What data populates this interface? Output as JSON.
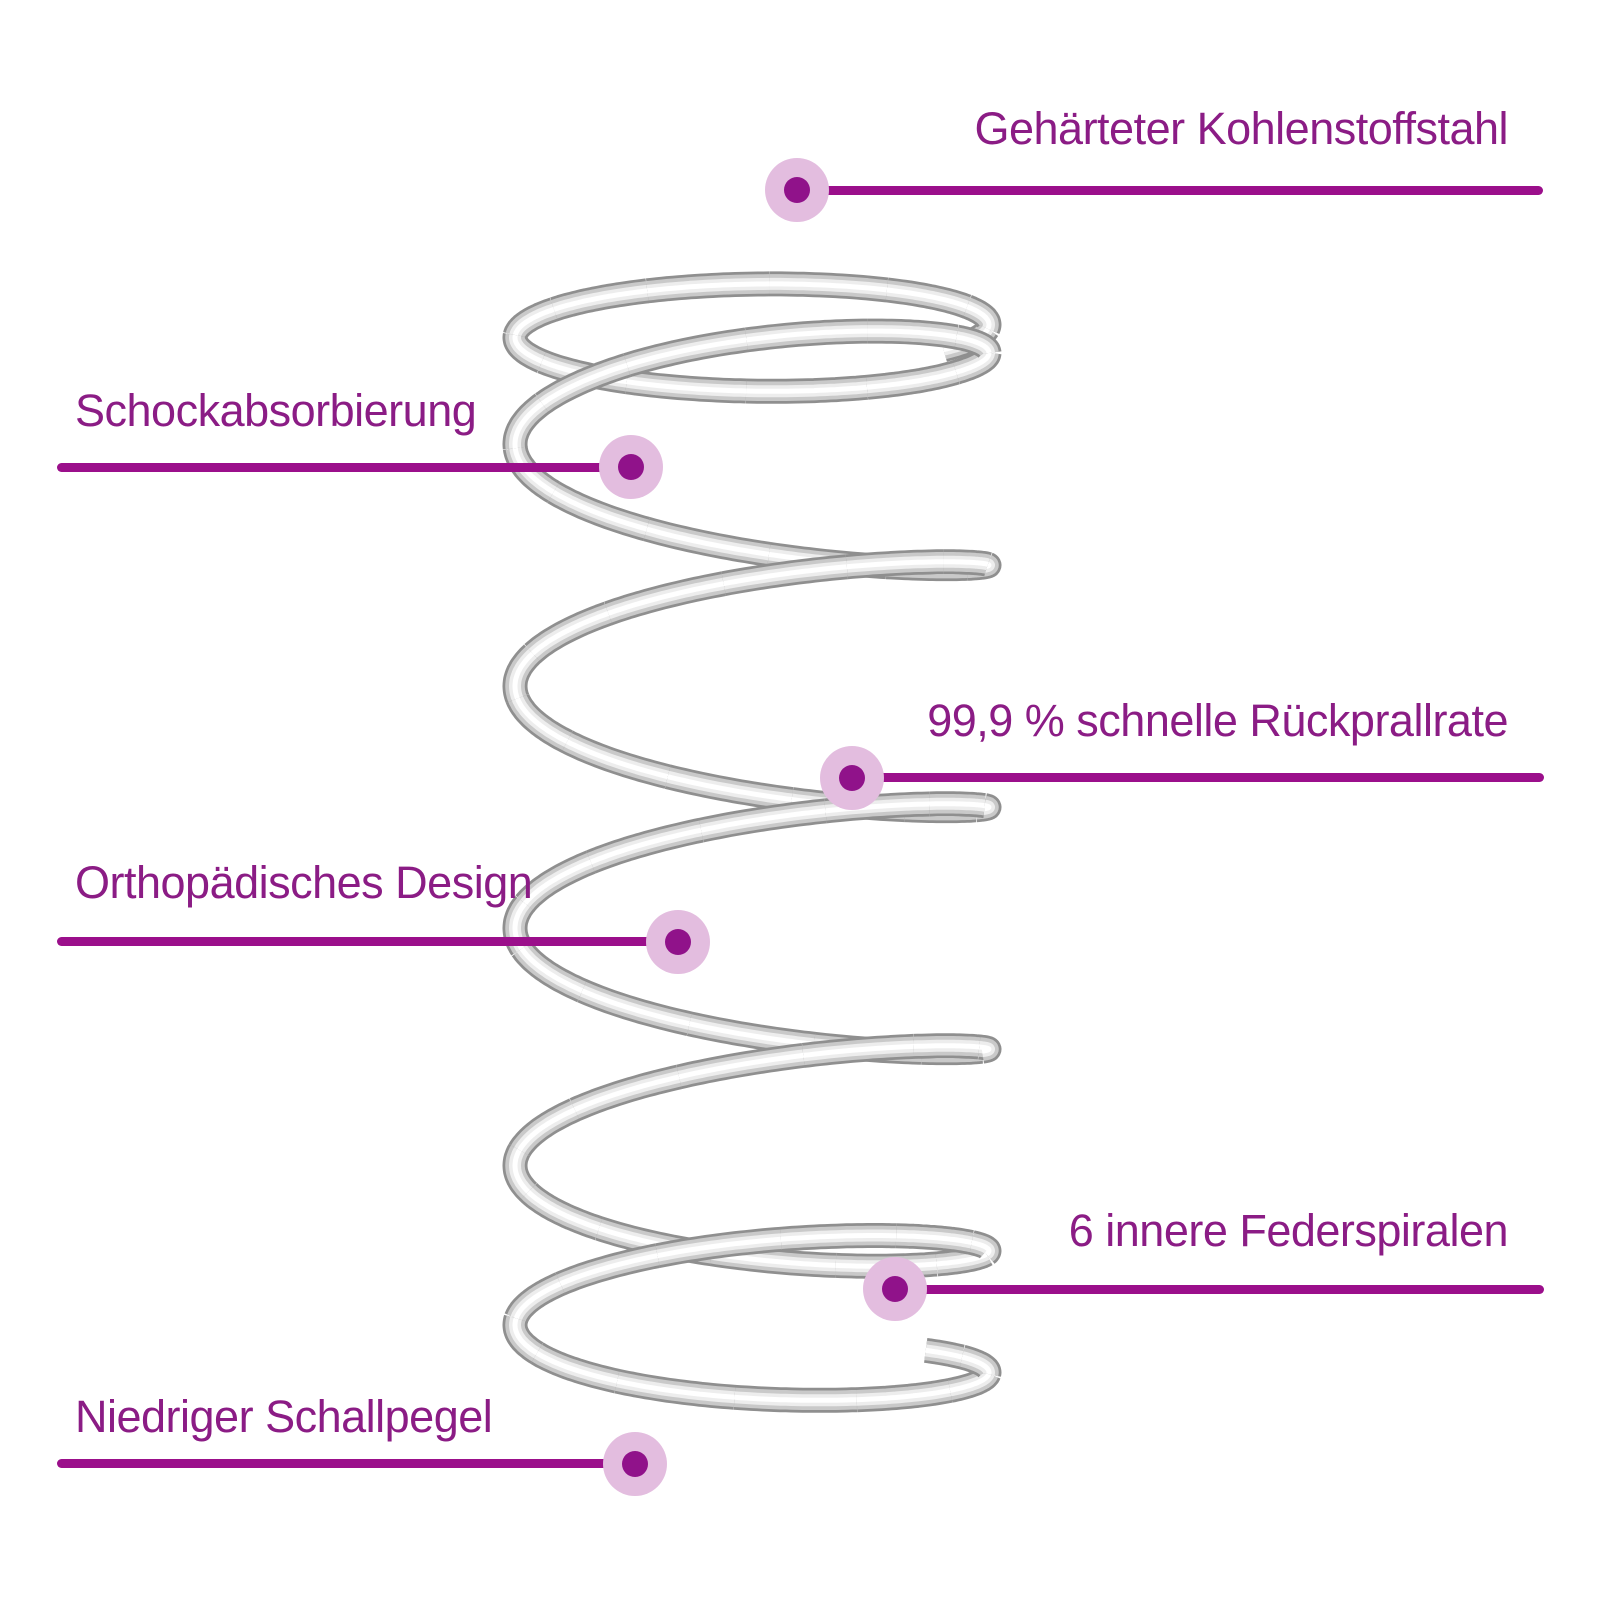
{
  "image_type": "product-feature-infographic",
  "subject": "mattress pocket spring coil",
  "colors": {
    "background": "#ffffff",
    "accent_line": "#9B0F8B",
    "dot_core": "#90128A",
    "dot_halo": "#E3BDDF",
    "label_text": "#8B1C85",
    "wire_edge": "#8f8f8f",
    "wire_mid": "#c9c9c9",
    "wire_highlight": "#ffffff"
  },
  "callouts": [
    {
      "id": "hardened-steel",
      "label": "Gehärteter Kohlenstoffstahl",
      "side": "right"
    },
    {
      "id": "shock-absorption",
      "label": "Schockabsorbierung",
      "side": "left"
    },
    {
      "id": "rebound-rate",
      "label": "99,9 % schnelle Rückprallrate",
      "side": "right"
    },
    {
      "id": "orthopedic-design",
      "label": "Orthopädisches Design",
      "side": "left"
    },
    {
      "id": "inner-coils",
      "label": "6 innere Federspiralen",
      "side": "right"
    },
    {
      "id": "low-noise",
      "label": "Niedriger Schallpegel",
      "side": "left"
    }
  ]
}
